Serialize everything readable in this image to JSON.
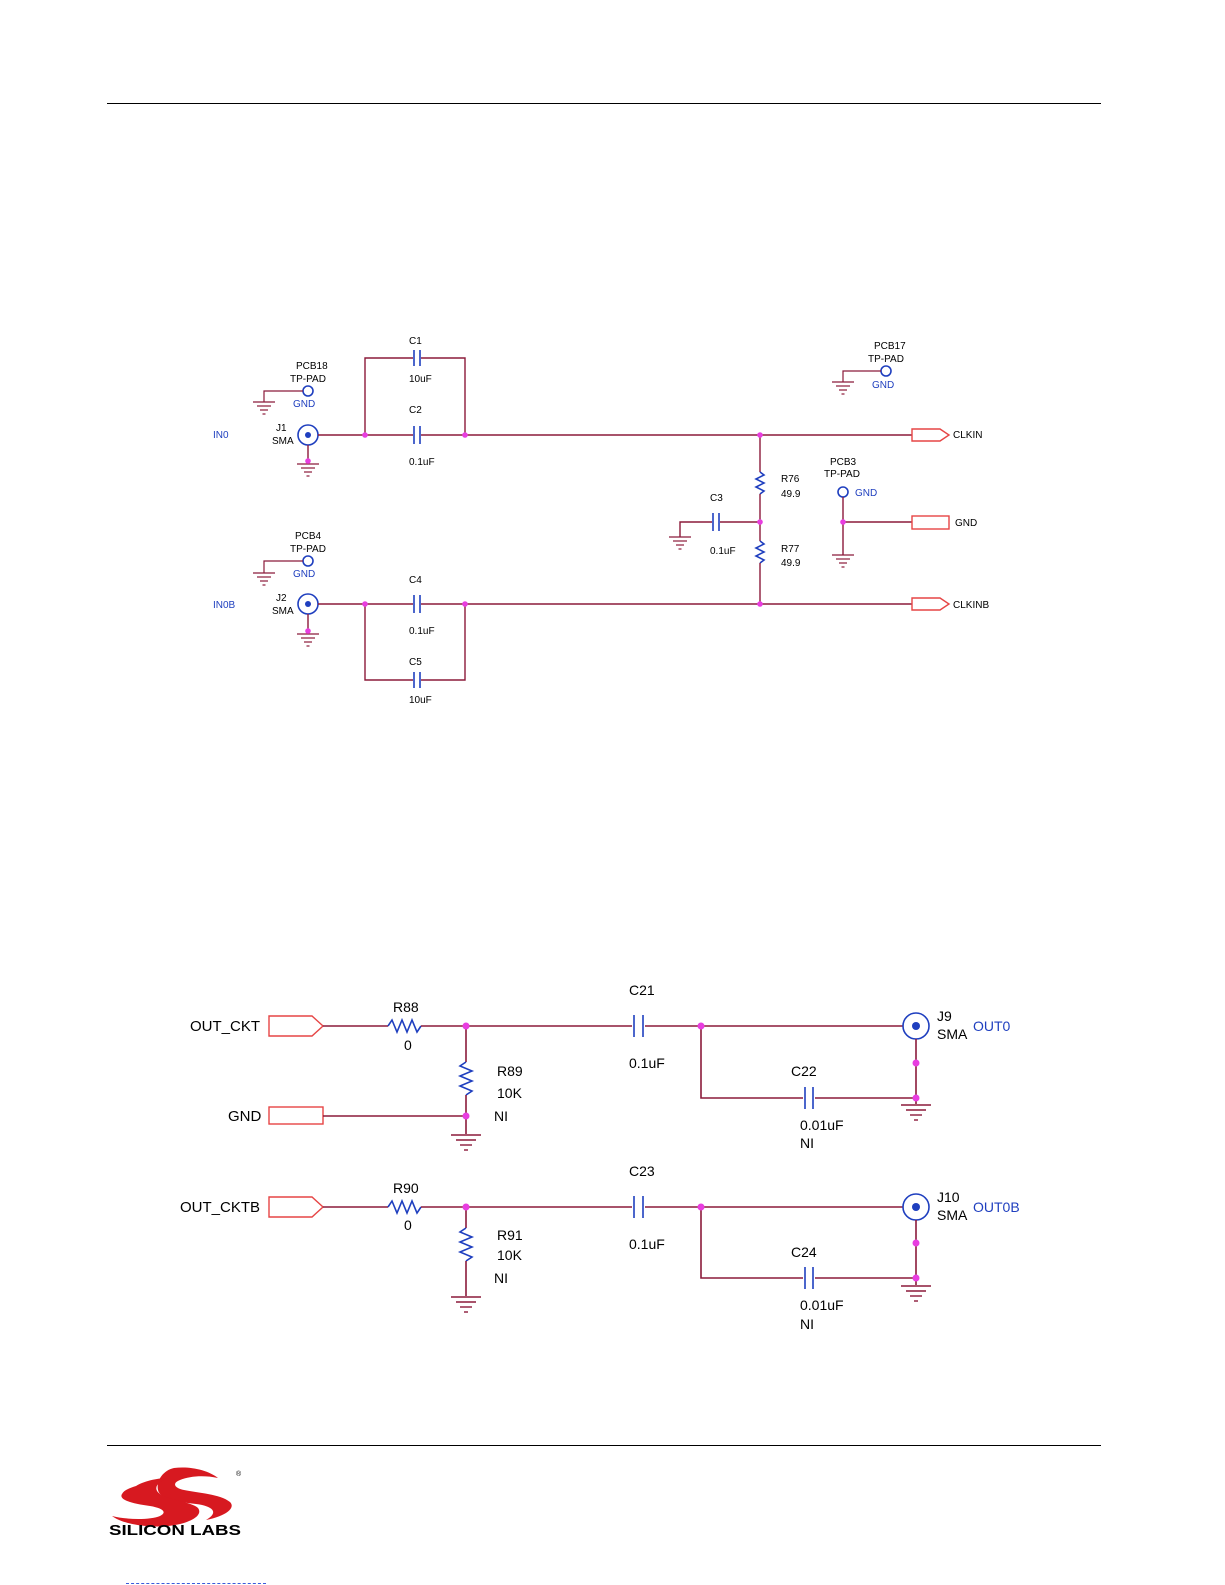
{
  "input_circuit": {
    "tp_pcb18": {
      "ref": "PCB18",
      "type": "TP-PAD",
      "net": "GND"
    },
    "tp_pcb17": {
      "ref": "PCB17",
      "type": "TP-PAD",
      "net": "GND"
    },
    "tp_pcb3": {
      "ref": "PCB3",
      "type": "TP-PAD",
      "net": "GND"
    },
    "tp_pcb4": {
      "ref": "PCB4",
      "type": "TP-PAD",
      "net": "GND"
    },
    "in0_label": "IN0",
    "in0b_label": "IN0B",
    "j1": {
      "ref": "J1",
      "type": "SMA"
    },
    "j2": {
      "ref": "J2",
      "type": "SMA"
    },
    "c1": {
      "ref": "C1",
      "value": "10uF"
    },
    "c2": {
      "ref": "C2",
      "value": "0.1uF"
    },
    "c3": {
      "ref": "C3",
      "value": "0.1uF"
    },
    "c4": {
      "ref": "C4",
      "value": "0.1uF"
    },
    "c5": {
      "ref": "C5",
      "value": "10uF"
    },
    "r76": {
      "ref": "R76",
      "value": "49.9"
    },
    "r77": {
      "ref": "R77",
      "value": "49.9"
    },
    "port_clkin": "CLKIN",
    "port_gnd": "GND",
    "port_clkinb": "CLKINB"
  },
  "output_circuit": {
    "port_out_ckt": "OUT_CKT",
    "port_gnd": "GND",
    "port_out_cktb": "OUT_CKTB",
    "r88": {
      "ref": "R88",
      "value": "0"
    },
    "r89": {
      "ref": "R89",
      "value": "10K",
      "note": "NI"
    },
    "r90": {
      "ref": "R90",
      "value": "0"
    },
    "r91": {
      "ref": "R91",
      "value": "10K",
      "note": "NI"
    },
    "c21": {
      "ref": "C21",
      "value": "0.1uF"
    },
    "c22": {
      "ref": "C22",
      "value": "0.01uF",
      "note": "NI"
    },
    "c23": {
      "ref": "C23",
      "value": "0.1uF"
    },
    "c24": {
      "ref": "C24",
      "value": "0.01uF",
      "note": "NI"
    },
    "j9": {
      "ref": "J9",
      "type": "SMA"
    },
    "j10": {
      "ref": "J10",
      "type": "SMA"
    },
    "out0_label": "OUT0",
    "out0b_label": "OUT0B"
  },
  "footer": {
    "brand": "SILICON LABS",
    "registered": "®"
  },
  "colors": {
    "wire": "#8b1a3a",
    "component": "#1f3fbf",
    "junction": "#e83de0",
    "port": "#e64545",
    "logo": "#d71920"
  }
}
